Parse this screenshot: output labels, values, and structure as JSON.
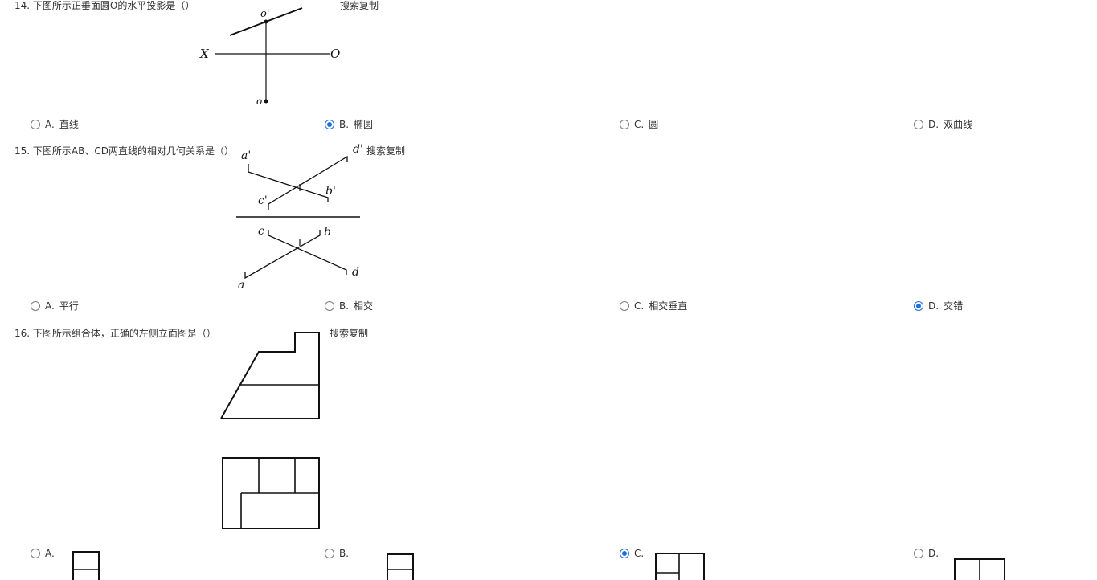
{
  "questions": [
    {
      "title": "14. 下图所示正垂面圆O的水平投影是（）",
      "search_label": "搜索复制",
      "figure_labels": {
        "o_prime": "o'",
        "x": "X",
        "axis_end": "O",
        "o": "o"
      },
      "options": [
        {
          "letter": "A.",
          "text": "直线",
          "checked": false
        },
        {
          "letter": "B.",
          "text": "椭圆",
          "checked": true
        },
        {
          "letter": "C.",
          "text": "圆",
          "checked": false
        },
        {
          "letter": "D.",
          "text": "双曲线",
          "checked": false
        }
      ]
    },
    {
      "title": "15. 下图所示AB、CD两直线的相对几何关系是（）",
      "search_label": "搜索复制",
      "figure_labels": {
        "a_prime": "a'",
        "d_prime": "d'",
        "c_prime": "c'",
        "b_prime": "b'",
        "c": "c",
        "b": "b",
        "a": "a",
        "d": "d"
      },
      "options": [
        {
          "letter": "A.",
          "text": "平行",
          "checked": false
        },
        {
          "letter": "B.",
          "text": "相交",
          "checked": false
        },
        {
          "letter": "C.",
          "text": "相交垂直",
          "checked": false
        },
        {
          "letter": "D.",
          "text": "交错",
          "checked": true
        }
      ]
    },
    {
      "title": "16. 下图所示组合体，正确的左侧立面图是（）",
      "search_label": "搜索复制",
      "options": [
        {
          "letter": "A.",
          "checked": false
        },
        {
          "letter": "B.",
          "checked": false
        },
        {
          "letter": "C.",
          "checked": true
        },
        {
          "letter": "D.",
          "checked": false
        }
      ]
    }
  ],
  "colors": {
    "accent": "#1e6fdb",
    "text": "#333333",
    "line": "#111111"
  }
}
